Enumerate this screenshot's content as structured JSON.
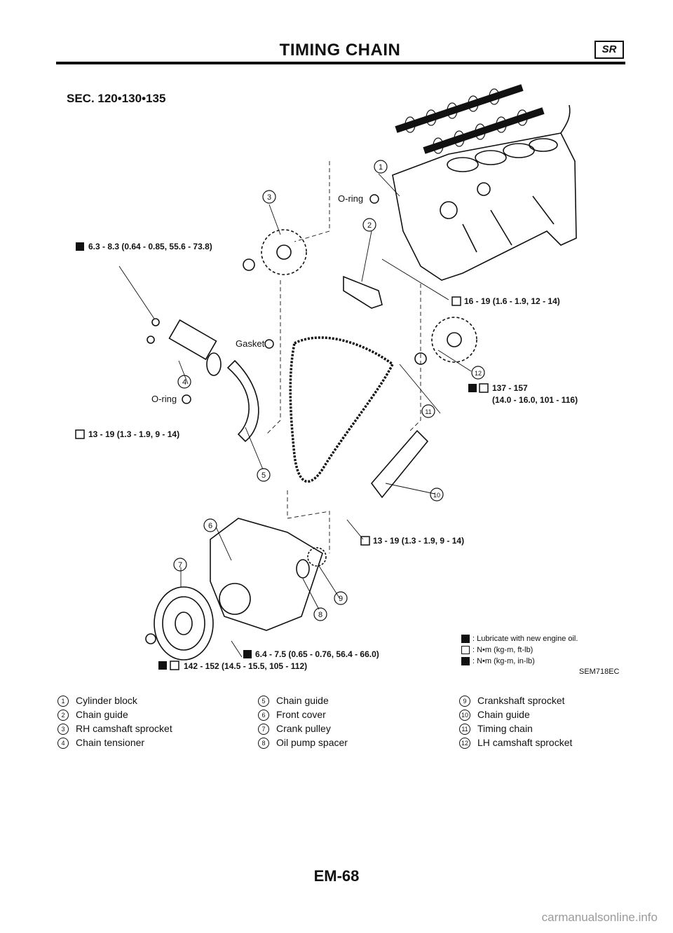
{
  "header": {
    "title": "TIMING CHAIN",
    "badge": "SR"
  },
  "section": "SEC. 120•130•135",
  "diagram_labels": {
    "torque_sprocket_rh": "6.3 - 8.3 (0.64 - 0.85, 55.6 - 73.8)",
    "torque_guide_upper": "16 - 19 (1.6 - 1.9, 12 - 14)",
    "torque_sprocket_lh_a": "137 - 157",
    "torque_sprocket_lh_b": "(14.0 - 16.0, 101 - 116)",
    "torque_tensioner": "13 - 19 (1.3 - 1.9, 9 - 14)",
    "torque_guide_lower": "13 - 19 (1.3 - 1.9, 9 - 14)",
    "torque_cover": "6.4 - 7.5 (0.65 - 0.76, 56.4 - 66.0)",
    "torque_pulley": "142 - 152 (14.5 - 15.5, 105 - 112)",
    "oring_top": "O-ring",
    "oring_left": "O-ring",
    "gasket": "Gasket"
  },
  "legend": {
    "lubricate": ": Lubricate with new engine oil.",
    "nm_ftlb": ": N•m (kg-m, ft-lb)",
    "nm_inlb": ": N•m (kg-m, in-lb)",
    "ref_code": "SEM718EC"
  },
  "parts_col1": [
    {
      "num": "1",
      "label": "Cylinder block"
    },
    {
      "num": "2",
      "label": "Chain guide"
    },
    {
      "num": "3",
      "label": "RH camshaft sprocket"
    },
    {
      "num": "4",
      "label": "Chain tensioner"
    }
  ],
  "parts_col2": [
    {
      "num": "5",
      "label": "Chain guide"
    },
    {
      "num": "6",
      "label": "Front cover"
    },
    {
      "num": "7",
      "label": "Crank pulley"
    },
    {
      "num": "8",
      "label": "Oil pump spacer"
    }
  ],
  "parts_col3": [
    {
      "num": "9",
      "label": "Crankshaft sprocket"
    },
    {
      "num": "10",
      "label": "Chain guide"
    },
    {
      "num": "11",
      "label": "Timing chain"
    },
    {
      "num": "12",
      "label": "LH camshaft sprocket"
    }
  ],
  "footer": {
    "page": "EM-68"
  },
  "watermark": "carmanualsonline.info"
}
